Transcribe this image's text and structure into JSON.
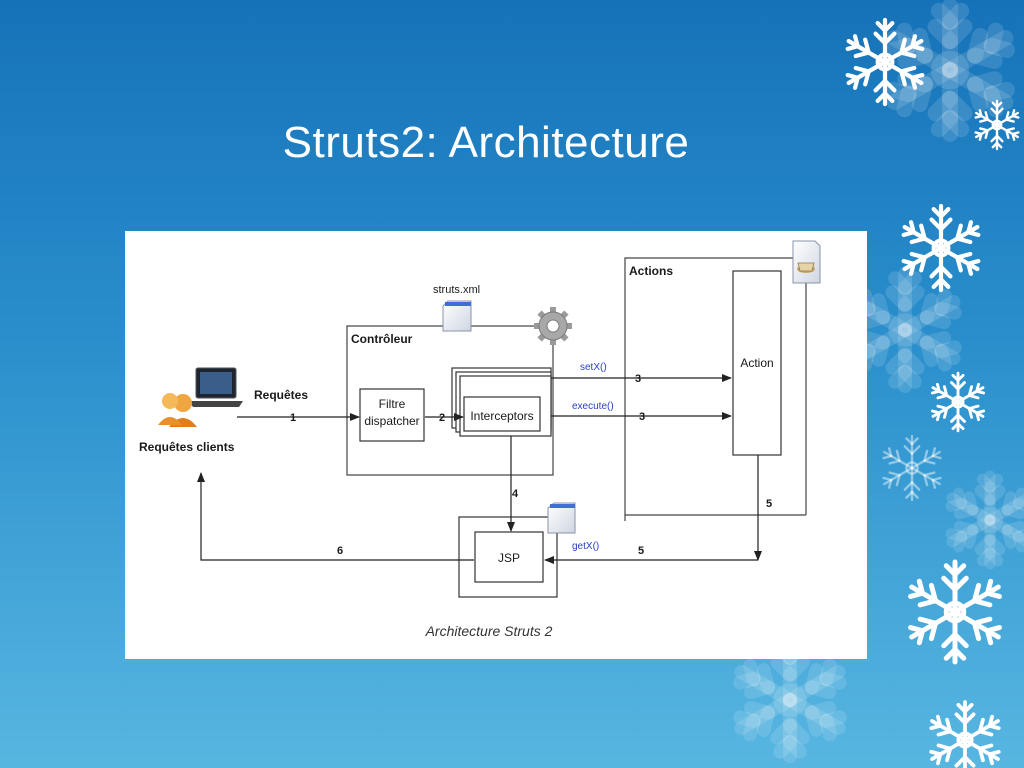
{
  "slide": {
    "title": "Struts2: Architecture"
  },
  "diagram": {
    "caption": "Architecture Struts 2",
    "client_label": "Requêtes clients",
    "requests_label": "Requêtes",
    "config_file": "struts.xml",
    "controller_label": "Contrôleur",
    "filter_line1": "Filtre",
    "filter_line2": "dispatcher",
    "interceptors_label": "Interceptors",
    "actions_label": "Actions",
    "action_label": "Action",
    "jsp_label": "JSP",
    "setx_label": "setX()",
    "execute_label": "execute()",
    "getx_label": "getX()",
    "step1": "1",
    "step2": "2",
    "step3a": "3",
    "step3b": "3",
    "step4": "4",
    "step5a": "5",
    "step5b": "5",
    "step6": "6"
  },
  "colors": {
    "bg_top": "#1672b8",
    "bg_bottom": "#58b6e1",
    "method_text": "#2a3fbf"
  }
}
